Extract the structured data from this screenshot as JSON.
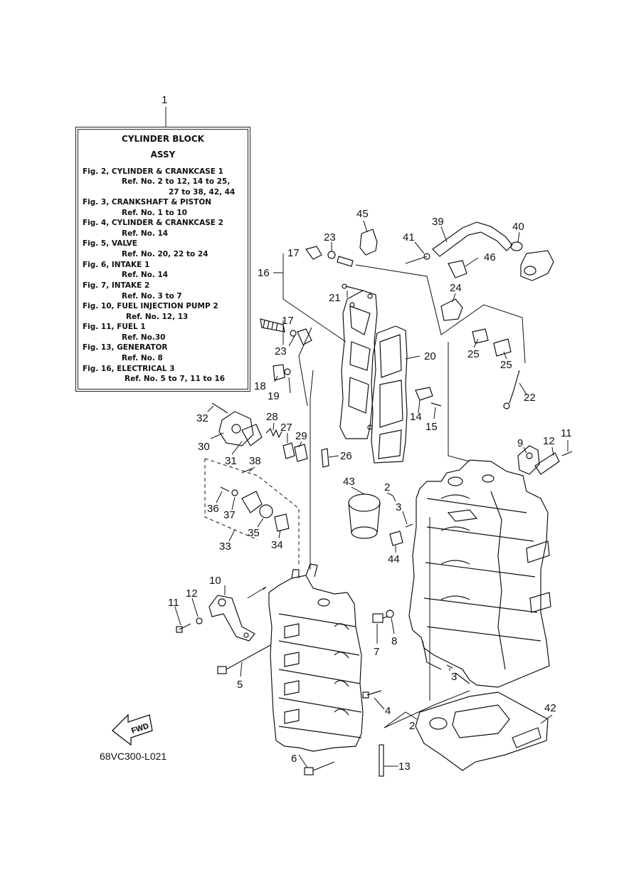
{
  "legend": {
    "ref_number": "1",
    "title_line1": "CYLINDER BLOCK",
    "title_line2": "ASSY",
    "entries": [
      {
        "fig": "Fig. 2, CYLINDER & CRANKCASE 1",
        "refs": [
          "Ref. No. 2 to 12, 14 to 25,",
          "27 to 38, 42, 44"
        ]
      },
      {
        "fig": "Fig. 3, CRANKSHAFT & PISTON",
        "refs": [
          "Ref. No. 1 to 10"
        ]
      },
      {
        "fig": "Fig. 4, CYLINDER & CRANKCASE 2",
        "refs": [
          "Ref. No. 14"
        ]
      },
      {
        "fig": "Fig. 5, VALVE",
        "refs": [
          "Ref. No. 20, 22 to 24"
        ]
      },
      {
        "fig": "Fig. 6, INTAKE 1",
        "refs": [
          "Ref. No. 14"
        ]
      },
      {
        "fig": "Fig. 7, INTAKE 2",
        "refs": [
          "Ref. No. 3 to 7"
        ]
      },
      {
        "fig": "Fig. 10, FUEL INJECTION PUMP 2",
        "refs": [
          "Ref. No. 12, 13"
        ]
      },
      {
        "fig": "Fig. 11, FUEL 1",
        "refs": [
          "Ref. No.30"
        ]
      },
      {
        "fig": "Fig. 13, GENERATOR",
        "refs": [
          "Ref. No. 8"
        ]
      },
      {
        "fig": "Fig. 16, ELECTRICAL 3",
        "refs": [
          "Ref. No. 5 to 7, 11 to 16"
        ]
      }
    ]
  },
  "fwd_label": "FWD",
  "drawing_code": "68VC300-L021",
  "callouts": {
    "c45": "45",
    "c23a": "23",
    "c41": "41",
    "c39": "39",
    "c40": "40",
    "c17a": "17",
    "c16": "16",
    "c46": "46",
    "c21": "21",
    "c24": "24",
    "c17b": "17",
    "c23b": "23",
    "c20": "20",
    "c25a": "25",
    "c25b": "25",
    "c18": "18",
    "c19": "19",
    "c22": "22",
    "c32": "32",
    "c28": "28",
    "c27": "27",
    "c29": "29",
    "c14": "14",
    "c15": "15",
    "c30": "30",
    "c31": "31",
    "c26": "26",
    "c9": "9",
    "c12a": "12",
    "c11a": "11",
    "c38": "38",
    "c43": "43",
    "c2a": "2",
    "c3a": "3",
    "c36": "36",
    "c37": "37",
    "c35": "35",
    "c34": "34",
    "c33": "33",
    "c44": "44",
    "c10": "10",
    "c12b": "12",
    "c11b": "11",
    "c7": "7",
    "c8": "8",
    "c5": "5",
    "c3b": "3",
    "c42": "42",
    "c4": "4",
    "c2b": "2",
    "c6": "6",
    "c13": "13"
  }
}
